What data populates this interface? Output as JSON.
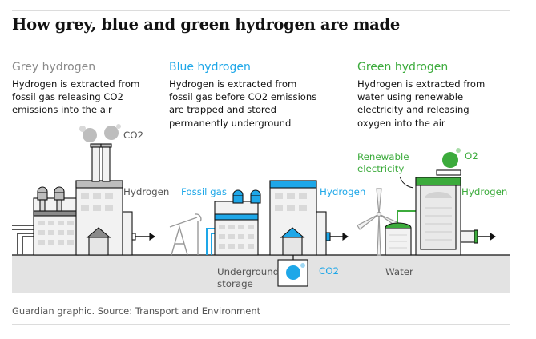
{
  "title": "How grey, blue and green hydrogen are made",
  "columns": [
    {
      "title": "Grey hydrogen",
      "description": "Hydrogen is extracted from\nfossil gas releasing CO2\nemissions into the air",
      "color": "#8a8a8a"
    },
    {
      "title": "Blue hydrogen",
      "description": "Hydrogen is extracted from\nfossil gas before CO2 emissions\nare trapped and stored\npermanently underground",
      "color": "#1ea7e8"
    },
    {
      "title": "Green hydrogen",
      "description": "Hydrogen is extracted from\nwater using renewable\nelectricity and releasing\noxygen into the air",
      "color": "#3cab3c"
    }
  ],
  "labels": {
    "grey_co2": "CO2",
    "grey_hydrogen": "Hydrogen",
    "blue_fossil_gas": "Fossil gas",
    "blue_hydrogen": "Hydrogen",
    "underground_storage": "Underground\nstorage",
    "blue_co2": "CO2",
    "green_renewable": "Renewable\nelectricity",
    "green_o2": "O2",
    "green_hydrogen": "Hydrogen",
    "water": "Water"
  },
  "source": "Guardian graphic. Source: Transport and Environment",
  "colors": {
    "grey": "#8a8a8a",
    "blue": "#1ea7e8",
    "green": "#3cab3c",
    "ground": "#e3e3e3",
    "ink": "#121212"
  }
}
